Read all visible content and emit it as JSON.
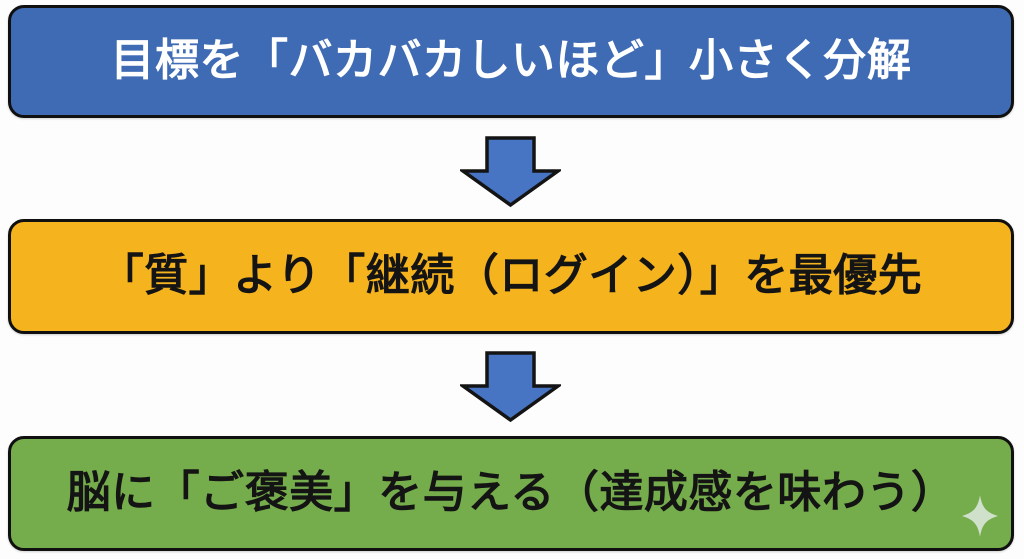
{
  "diagram": {
    "title": "habit-building three-step flowchart",
    "background_color": "#fdfdfd",
    "steps": [
      {
        "order": 1,
        "label": "目標を「バカバカしいほど」小さく分解",
        "box_color": "#3e6bb4",
        "text_color": "#ffffff",
        "border_color": "#101010"
      },
      {
        "order": 2,
        "label": "「質」より「継続（ログイン）」を最優先",
        "box_color": "#f5b31e",
        "text_color": "#141414",
        "border_color": "#101010"
      },
      {
        "order": 3,
        "label": "脳に「ご褒美」を与える（達成感を味わう）",
        "box_color": "#76ad4c",
        "text_color": "#141414",
        "border_color": "#101010"
      }
    ],
    "arrow": {
      "direction": "down",
      "fill": "#4874c4",
      "stroke": "#141414"
    },
    "sparkle": {
      "fill": "#cfe0cb"
    }
  }
}
